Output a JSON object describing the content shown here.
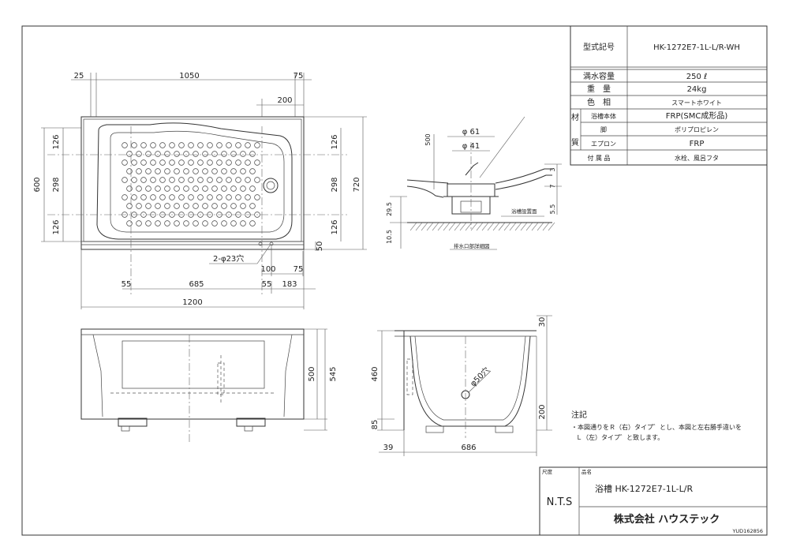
{
  "spec_table": {
    "model_label": "型式記号",
    "model_value": "HK-1272E7-1L-L/R-WH",
    "rows": [
      {
        "label": "満水容量",
        "value": "250 ℓ"
      },
      {
        "label": "重　量",
        "value": "24kg"
      },
      {
        "label": "色　相",
        "value": "スマートホワイト"
      }
    ],
    "material_group": "材質",
    "material_rows": [
      {
        "label": "浴槽本体",
        "value": "FRP(SMC成形品)"
      },
      {
        "label": "脚",
        "value": "ポリプロピレン"
      },
      {
        "label": "エプロン",
        "value": "FRP"
      }
    ],
    "accessory": {
      "label": "付 属 品",
      "value": "水栓、風呂フタ"
    }
  },
  "top_view": {
    "dims": {
      "top_left": "25",
      "top_mid": "1050",
      "top_right": "75",
      "top_200": "200",
      "left_126a": "126",
      "left_298": "298",
      "left_126b": "126",
      "left_600": "600",
      "right_126a": "126",
      "right_298": "298",
      "right_126b": "126",
      "right_720": "720",
      "apron_50": "50",
      "holes": "2-φ23穴",
      "d100": "100",
      "d75": "75",
      "b55a": "55",
      "b685": "685",
      "b55b": "55",
      "b183": "183",
      "total_1200": "1200"
    }
  },
  "drain_detail": {
    "dims": {
      "d500": "500",
      "phi61": "φ 61",
      "phi41": "φ 41",
      "r3": "3",
      "r7": "7",
      "r55": "5.5",
      "l295": "29.5",
      "l105": "10.5"
    },
    "floor_label": "浴槽設置面",
    "caption": "排水口部詳細図"
  },
  "front_view": {
    "dims": {
      "h500": "500",
      "h545": "545"
    }
  },
  "side_view": {
    "dims": {
      "d30": "30",
      "d460": "460",
      "d85": "85",
      "d200": "200",
      "d39": "39",
      "d686": "686",
      "phi50": "φ50穴"
    }
  },
  "notes": {
    "title": "注記",
    "lines": [
      "・本図通りをＲ（右）タイプ゛とし、本図と左右勝手違いを",
      "Ｌ（左）タイプ゛と致します。"
    ]
  },
  "title_block": {
    "scale_label": "尺度",
    "scale_value": "N.T.S",
    "name_label": "品名",
    "product_name": "浴槽 HK-1272E7-1L-L/R",
    "company": "株式会社 ハウステック",
    "drawing_no": "YUD162856"
  }
}
